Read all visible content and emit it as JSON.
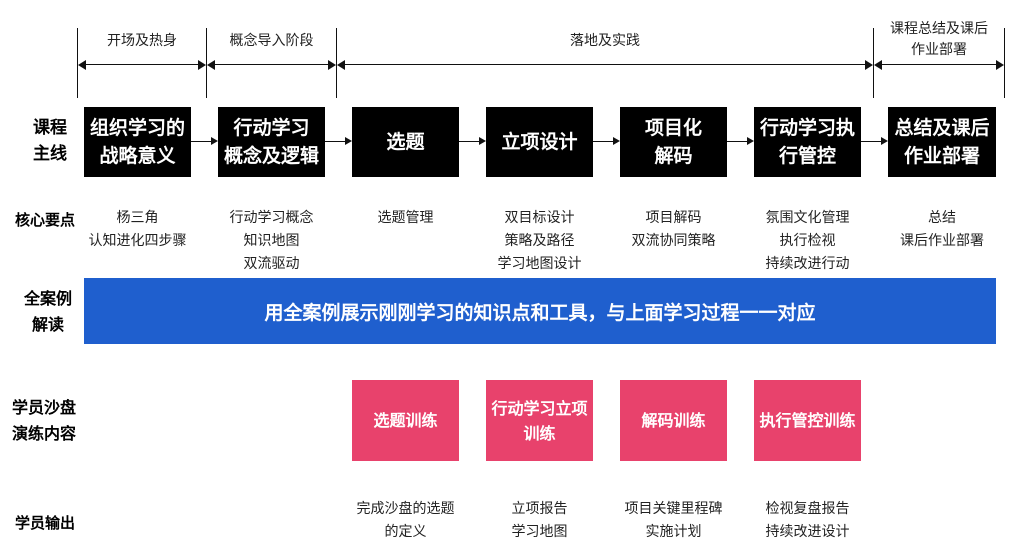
{
  "phases": [
    {
      "label": "开场及热身"
    },
    {
      "label": "概念导入阶段"
    },
    {
      "label": "落地及实践"
    },
    {
      "label": "课程总结及课后\n作业部署"
    }
  ],
  "row_labels": {
    "main_line": "课程\n主线",
    "key_points": "核心要点",
    "case_study": "全案例\n解读",
    "drill": "学员沙盘\n演练内容",
    "output": "学员输出"
  },
  "steps": [
    {
      "label": "组织学习的\n战略意义",
      "points": "杨三角\n认知进化四步骤"
    },
    {
      "label": "行动学习\n概念及逻辑",
      "points": "行动学习概念\n知识地图\n双流驱动"
    },
    {
      "label": "选题",
      "points": "选题管理"
    },
    {
      "label": "立项设计",
      "points": "双目标设计\n策略及路径\n学习地图设计"
    },
    {
      "label": "项目化\n解码",
      "points": "项目解码\n双流协同策略"
    },
    {
      "label": "行动学习执\n行管控",
      "points": "氛围文化管理\n执行检视\n持续改进行动"
    },
    {
      "label": "总结及课后\n作业部署",
      "points": "总结\n课后作业部署"
    }
  ],
  "banner": {
    "text": "用全案例展示刚刚学习的知识点和工具，与上面学习过程一一对应",
    "color": "#1f5fce"
  },
  "drills": [
    {
      "label": "选题训练",
      "output": "完成沙盘的选题\n的定义"
    },
    {
      "label": "行动学习立项\n训练",
      "output": "立项报告\n学习地图"
    },
    {
      "label": "解码训练",
      "output": "项目关键里程碑\n实施计划"
    },
    {
      "label": "执行管控训练",
      "output": "检视复盘报告\n持续改进设计"
    }
  ],
  "colors": {
    "step_box": "#000000",
    "drill_box": "#e8426c",
    "banner": "#1f5fce"
  }
}
